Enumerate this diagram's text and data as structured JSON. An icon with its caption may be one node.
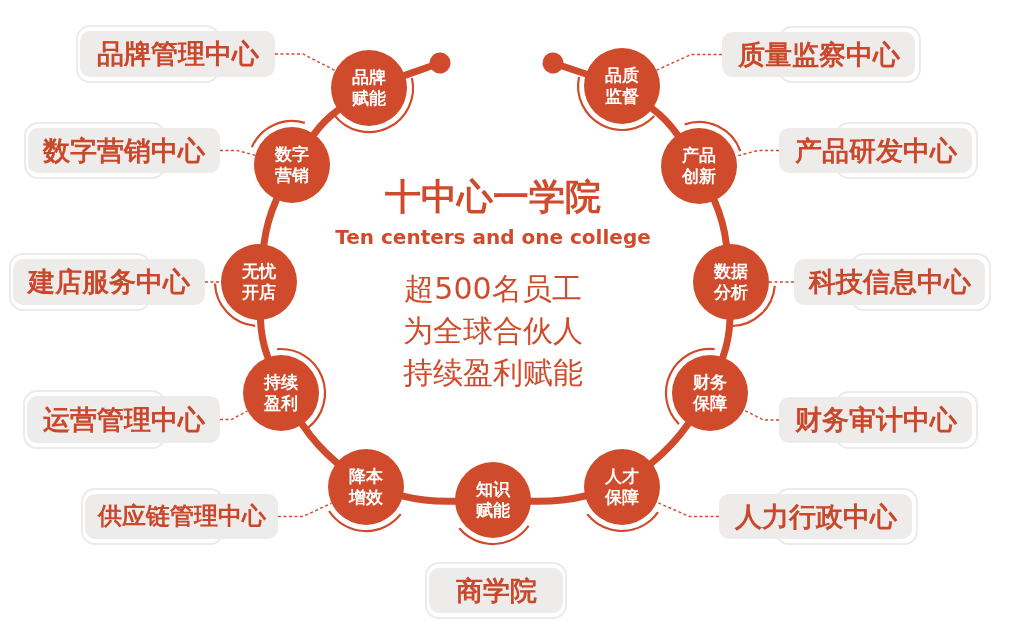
{
  "diagram": {
    "title": "十中心一学院",
    "nodes": [
      {
        "text": [
          "品牌管理中心"
        ]
      },
      {
        "text": [
          "品牌赋能"
        ]
      },
      {
        "text": [
          "品质监督"
        ]
      },
      {
        "text": [
          "质量监察中心"
        ]
      },
      {
        "text": [
          "数字营销中心"
        ]
      },
      {
        "text": [
          "数字营销"
        ]
      },
      {
        "text": [
          "产品创新"
        ]
      },
      {
        "text": [
          "产品研发中心"
        ]
      },
      {
        "text": [
          "建店服务中心"
        ]
      },
      {
        "text": [
          "无忧开店"
        ]
      },
      {
        "text": [
          "数据分析"
        ]
      },
      {
        "text": [
          "科技信息中心"
        ]
      },
      {
        "text": [
          "运营管理中心"
        ]
      },
      {
        "text": [
          "持续盈利"
        ]
      },
      {
        "text": [
          "财务保障"
        ]
      },
      {
        "text": [
          "财务审计中心"
        ]
      },
      {
        "text": [
          "供应链管理中心"
        ]
      },
      {
        "text": [
          "降本增效"
        ]
      },
      {
        "text": [
          "知识赋能"
        ]
      },
      {
        "text": [
          "人才保障"
        ]
      },
      {
        "text": [
          "人力行政中心"
        ]
      },
      {
        "text": [
          "商学院"
        ]
      }
    ],
    "edges": [
      {
        "from": 0,
        "to": 1,
        "arrow": "none",
        "style": "dashed"
      },
      {
        "from": 3,
        "to": 2,
        "arrow": "none",
        "style": "dashed"
      },
      {
        "from": 4,
        "to": 5,
        "arrow": "none",
        "style": "dashed"
      },
      {
        "from": 7,
        "to": 6,
        "arrow": "none",
        "style": "dashed"
      },
      {
        "from": 8,
        "to": 9,
        "arrow": "none",
        "style": "dashed"
      },
      {
        "from": 11,
        "to": 10,
        "arrow": "none",
        "style": "dashed"
      },
      {
        "from": 12,
        "to": 13,
        "arrow": "none",
        "style": "dashed"
      },
      {
        "from": 15,
        "to": 14,
        "arrow": "none",
        "style": "dashed"
      },
      {
        "from": 16,
        "to": 17,
        "arrow": "none",
        "style": "dashed"
      },
      {
        "from": 20,
        "to": 19,
        "arrow": "none",
        "style": "dashed"
      },
      {
        "from": 1,
        "to": 5,
        "arrow": "none"
      },
      {
        "from": 5,
        "to": 9,
        "arrow": "none"
      },
      {
        "from": 9,
        "to": 13,
        "arrow": "none"
      },
      {
        "from": 13,
        "to": 17,
        "arrow": "none"
      },
      {
        "from": 17,
        "to": 18,
        "arrow": "none"
      },
      {
        "from": 18,
        "to": 19,
        "arrow": "none"
      },
      {
        "from": 19,
        "to": 14,
        "arrow": "none"
      },
      {
        "from": 14,
        "to": 10,
        "arrow": "none"
      },
      {
        "from": 10,
        "to": 6,
        "arrow": "none"
      },
      {
        "from": 6,
        "to": 2,
        "arrow": "none"
      },
      {
        "from": 1,
        "to": null,
        "arrow": "other"
      },
      {
        "from": 2,
        "to": null,
        "arrow": "other"
      }
    ],
    "labels": [
      "Ten centers and one college",
      "超500名员工为全球合伙人持续盈利赋能"
    ]
  }
}
